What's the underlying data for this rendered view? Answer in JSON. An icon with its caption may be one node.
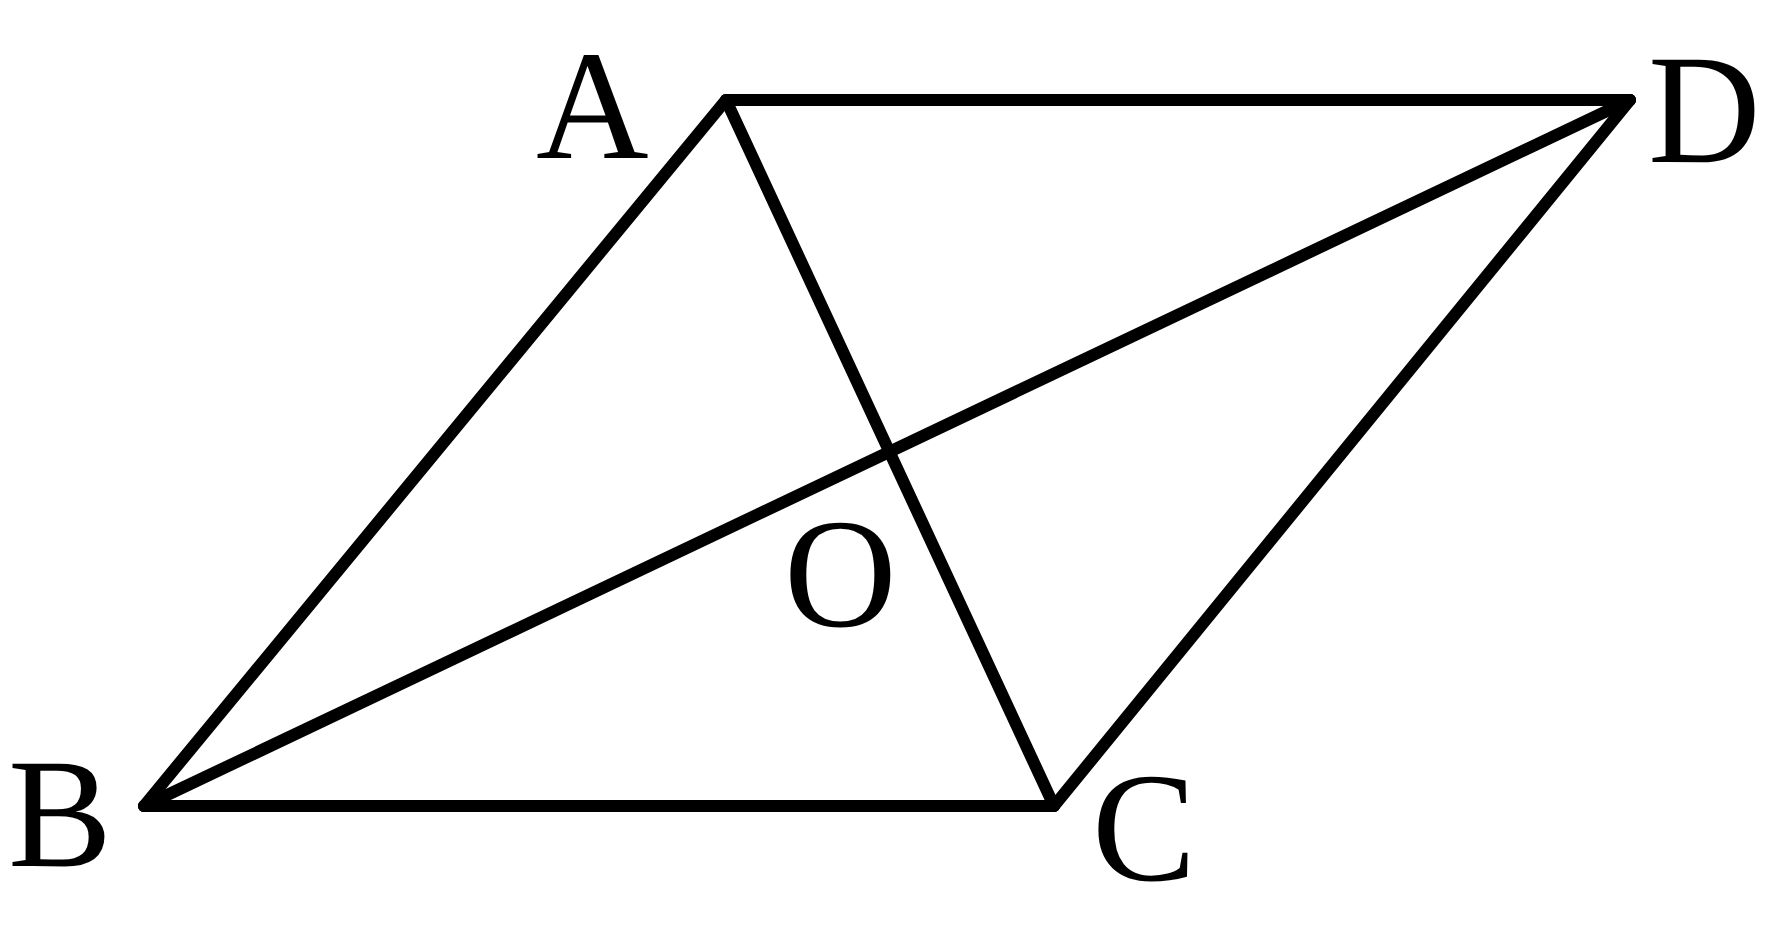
{
  "diagram": {
    "nodes": [
      {
        "text": [
          "A"
        ]
      },
      {
        "text": [
          "D"
        ]
      },
      {
        "text": [
          "B"
        ]
      },
      {
        "text": [
          "C"
        ]
      }
    ],
    "edges": [
      {
        "from": 0,
        "to": 1,
        "arrow": "none"
      },
      {
        "from": 0,
        "to": 2,
        "arrow": "none"
      },
      {
        "from": 2,
        "to": 3,
        "arrow": "none"
      },
      {
        "from": 3,
        "to": 1,
        "arrow": "none"
      },
      {
        "from": 0,
        "to": 3,
        "arrow": "none"
      },
      {
        "from": 2,
        "to": 1,
        "arrow": "none"
      }
    ],
    "labels": [
      "O"
    ]
  }
}
